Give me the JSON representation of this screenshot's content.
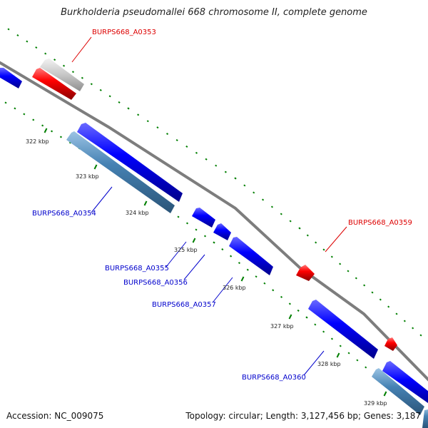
{
  "title": "Burkholderia pseudomallei 668 chromosome II, complete genome",
  "footer": {
    "accession": "Accession: NC_009075",
    "topology": "Topology: circular; Length: 3,127,456 bp; Genes: 3,187"
  },
  "colors": {
    "forward_cds": "#0000ff",
    "reverse_cds": "#4682b4",
    "highlight_gene": "#ff0000",
    "other_feature": "#c0c0c0",
    "backbone": "#808080",
    "tick_marks": "#007f00",
    "forward_label": "#0000cc",
    "highlight_label": "#dd0000"
  },
  "ticks": [
    {
      "label": "322 kbp"
    },
    {
      "label": "323 kbp"
    },
    {
      "label": "324 kbp"
    },
    {
      "label": "325 kbp"
    },
    {
      "label": "326 kbp"
    },
    {
      "label": "327 kbp"
    },
    {
      "label": "328 kbp"
    },
    {
      "label": "329 kbp"
    }
  ],
  "gene_labels": [
    {
      "text": "BURPS668_A0353",
      "kind": "highlight"
    },
    {
      "text": "BURPS668_A0354",
      "kind": "forward"
    },
    {
      "text": "BURPS668_A0355",
      "kind": "forward"
    },
    {
      "text": "BURPS668_A0356",
      "kind": "forward"
    },
    {
      "text": "BURPS668_A0357",
      "kind": "forward"
    },
    {
      "text": "BURPS668_A0359",
      "kind": "highlight"
    },
    {
      "text": "BURPS668_A0360",
      "kind": "forward"
    }
  ]
}
